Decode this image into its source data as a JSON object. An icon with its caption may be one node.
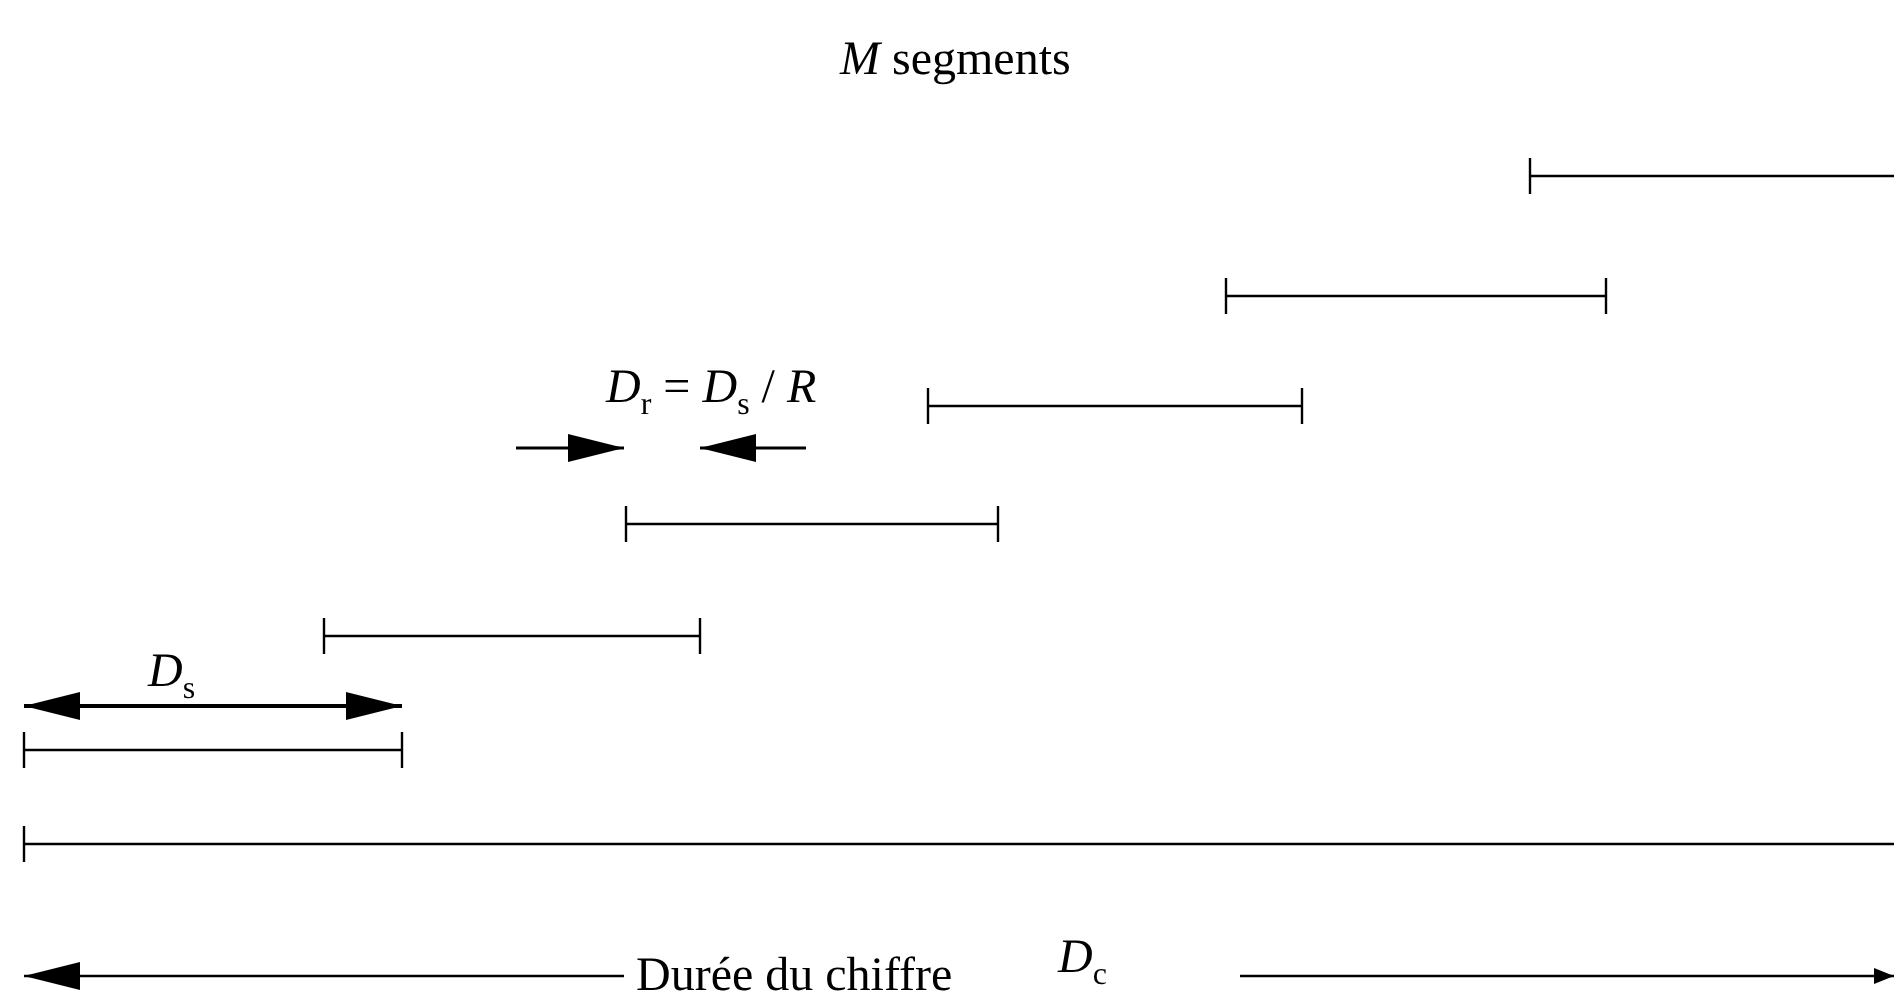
{
  "diagram": {
    "title": "*M* segments",
    "labels": [
      "*D*$_{r}$ = *D*$_{s}$ / *R*",
      "*D*$_{s}$",
      "Durée du chiffre",
      "*D*$_{c}$"
    ]
  }
}
